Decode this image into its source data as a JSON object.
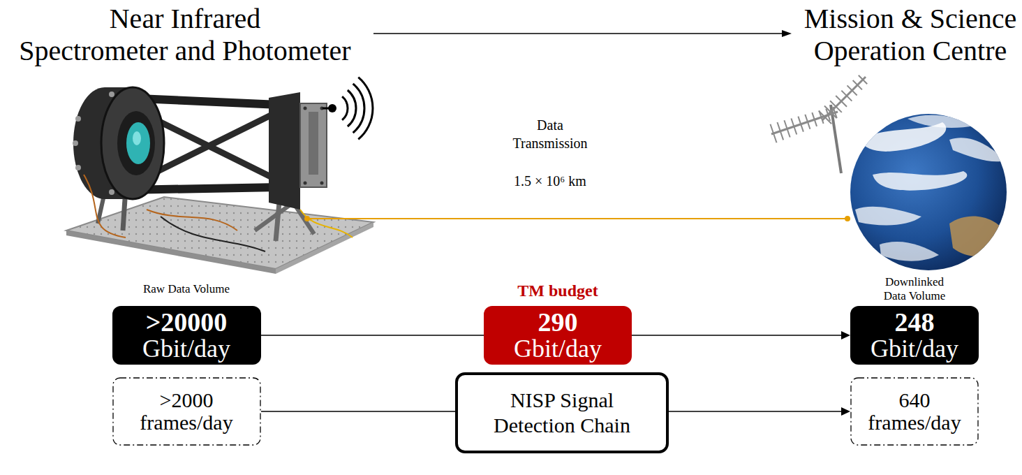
{
  "diagram": {
    "nodes": [
      {
        "text": [
          "Raw Data Volume",
          ">20000",
          "Gbit/day"
        ]
      },
      {
        "text": [
          "TM budget",
          "290",
          "Gbit/day"
        ]
      },
      {
        "text": [
          "Downlinked Data Volume",
          "248",
          "Gbit/day"
        ]
      },
      {
        "text": [
          ">2000 frames/day"
        ]
      },
      {
        "text": [
          "NISP Signal Detection Chain"
        ]
      },
      {
        "text": [
          "640 frames/day"
        ]
      }
    ],
    "edges": [
      {
        "from": 0,
        "to": 1,
        "arrow": "none"
      },
      {
        "from": 1,
        "to": 2,
        "arrow": "to"
      },
      {
        "from": 3,
        "to": 4,
        "arrow": "none"
      },
      {
        "from": 4,
        "to": 5,
        "arrow": "to"
      }
    ],
    "labels": [
      "Near Infrared Spectrometer and Photometer",
      "Mission & Science Operation Centre",
      "Data Transmission",
      "1.5 × 10⁶ km"
    ]
  }
}
